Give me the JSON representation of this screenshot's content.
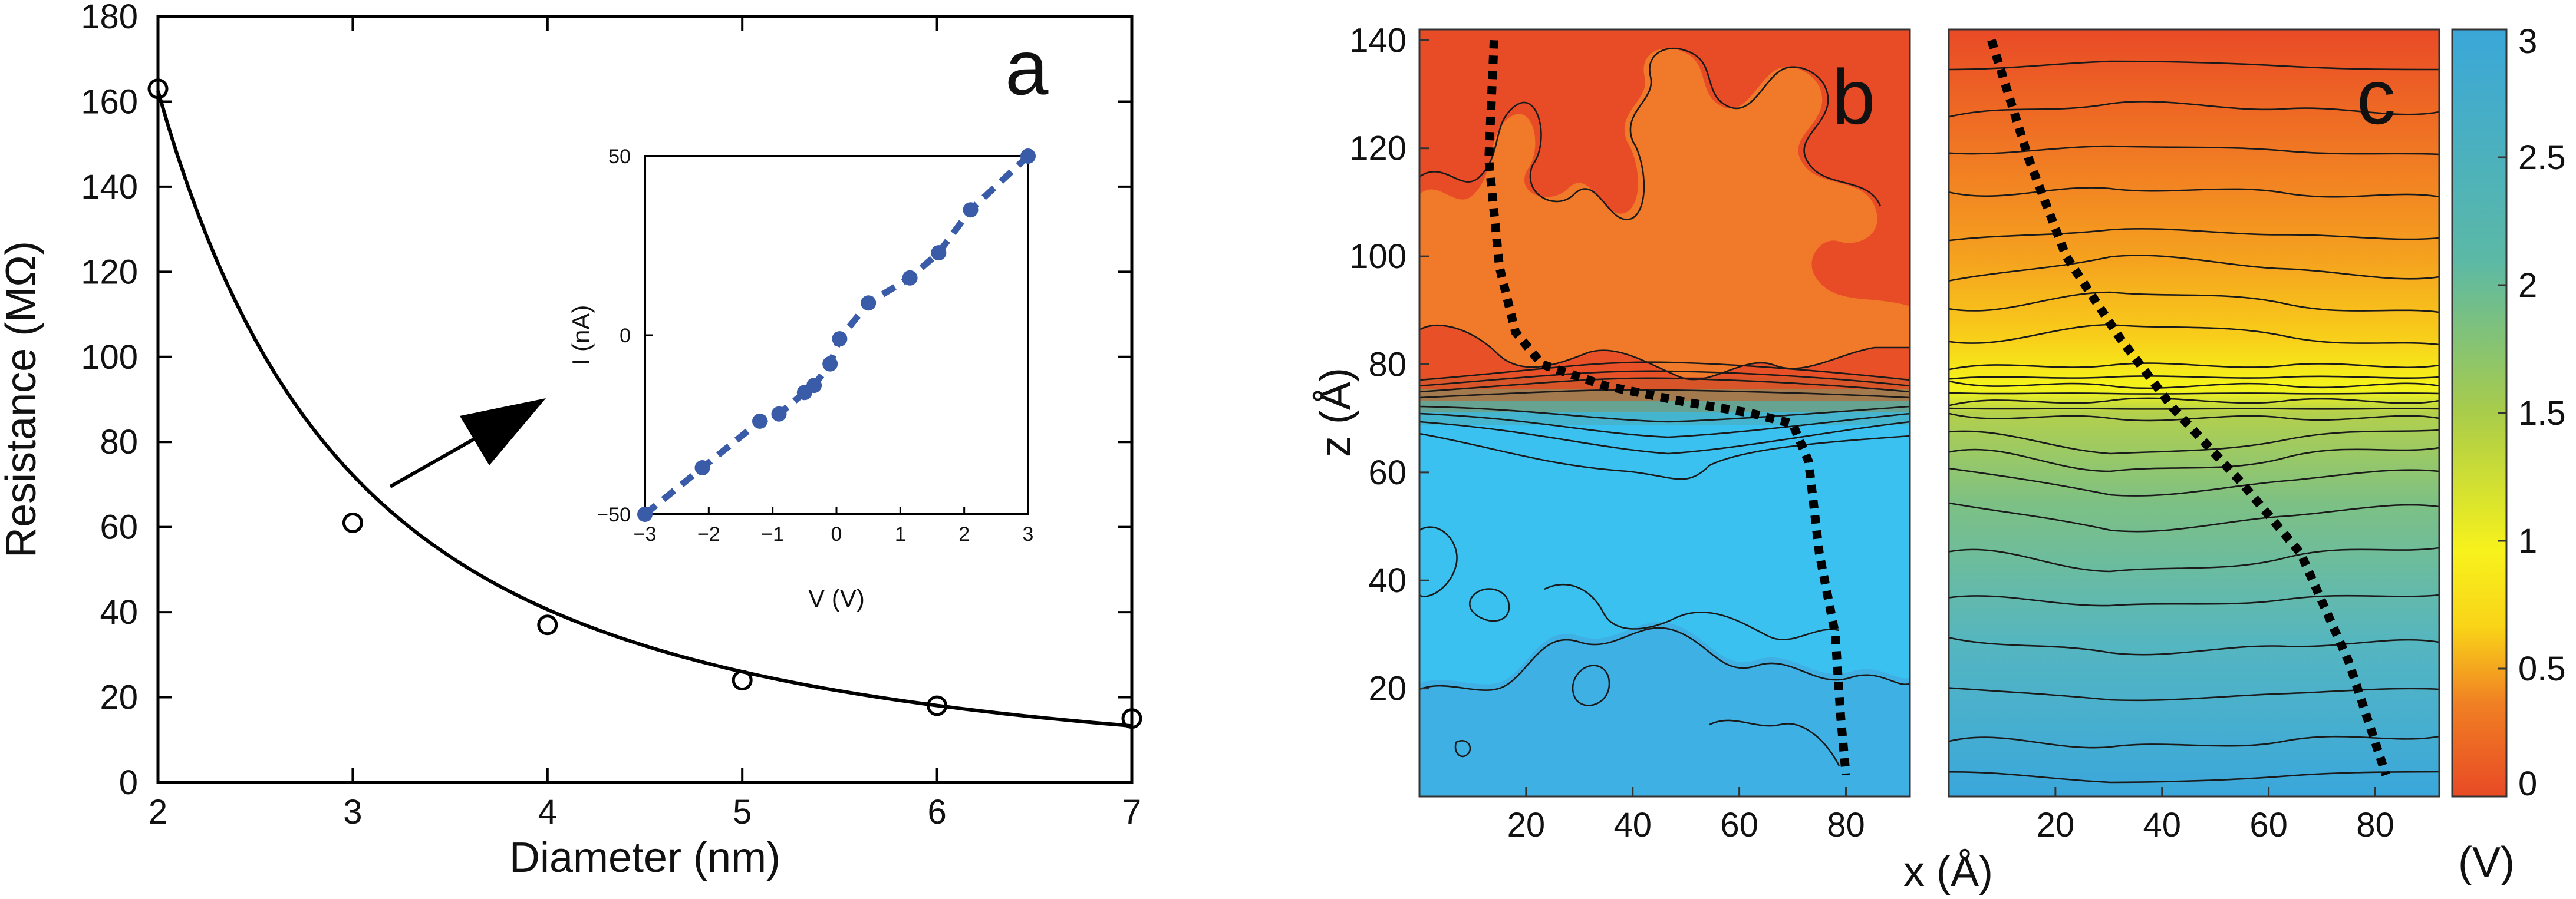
{
  "chart_data": [
    {
      "panel": "a",
      "type": "scatter",
      "xlabel": "Diameter (nm)",
      "ylabel": "Resistance (MΩ)",
      "xlim": [
        2,
        7
      ],
      "ylim": [
        0,
        180
      ],
      "xticks": [
        2,
        3,
        4,
        5,
        6,
        7
      ],
      "yticks": [
        0,
        20,
        40,
        60,
        80,
        100,
        120,
        140,
        160,
        180
      ],
      "series": [
        {
          "marker": "open-circle",
          "x": [
            2,
            3,
            4,
            5,
            6,
            7
          ],
          "y": [
            163,
            61,
            37,
            24,
            18,
            15
          ]
        },
        {
          "style": "line",
          "fit": "a/x^2",
          "coefficient": 650
        }
      ],
      "inset": {
        "type": "line",
        "xlabel": "V (V)",
        "ylabel": "I (nA)",
        "xlim": [
          -3,
          3
        ],
        "ylim": [
          -50,
          50
        ],
        "xticks": [
          -3,
          -2,
          -1,
          0,
          1,
          2,
          3
        ],
        "yticks": [
          -50,
          0,
          50
        ],
        "color": "#3a5ba8",
        "series": [
          {
            "style": "dashed-dots",
            "x": [
              -3,
              -2.1,
              -1.2,
              -0.9,
              -0.5,
              -0.35,
              -0.1,
              0.05,
              0.5,
              1.15,
              1.6,
              2.1,
              3
            ],
            "y": [
              -50,
              -37,
              -24,
              -22,
              -16,
              -14,
              -8,
              -1,
              9,
              16,
              23,
              35,
              50
            ]
          }
        ]
      },
      "annotation": "arrow-to-inset"
    },
    {
      "panel": "b",
      "type": "heatmap",
      "xlabel": "x (Å)",
      "ylabel": "z (Å)",
      "xlim": [
        0,
        92
      ],
      "ylim": [
        0,
        142
      ],
      "xticks": [
        20,
        40,
        60,
        80
      ],
      "yticks": [
        20,
        40,
        60,
        80,
        100,
        120,
        140
      ],
      "contours": true,
      "path": [
        [
          14,
          140
        ],
        [
          13,
          118
        ],
        [
          15,
          98
        ],
        [
          18,
          86
        ],
        [
          23,
          80
        ],
        [
          35,
          76
        ],
        [
          50,
          73
        ],
        [
          62,
          71
        ],
        [
          70,
          69
        ],
        [
          73,
          62
        ],
        [
          75,
          45
        ],
        [
          78,
          30
        ],
        [
          79,
          15
        ],
        [
          80,
          4
        ]
      ]
    },
    {
      "panel": "c",
      "type": "heatmap",
      "xlabel": "x (Å)",
      "xlim": [
        0,
        92
      ],
      "ylim": [
        0,
        142
      ],
      "xticks": [
        20,
        40,
        60,
        80
      ],
      "contours": true,
      "path": [
        [
          8,
          140
        ],
        [
          15,
          118
        ],
        [
          22,
          100
        ],
        [
          32,
          85
        ],
        [
          42,
          72
        ],
        [
          55,
          58
        ],
        [
          66,
          45
        ],
        [
          75,
          25
        ],
        [
          82,
          4
        ]
      ]
    }
  ],
  "colorbar": {
    "unit": "(V)",
    "range": [
      0,
      3
    ],
    "ticks": [
      "0",
      "0.5",
      "1",
      "1.5",
      "2",
      "2.5",
      "3"
    ],
    "colors": [
      "#e84a25",
      "#f07f24",
      "#f9d318",
      "#f7f21c",
      "#86c46e",
      "#57b9b2",
      "#3aa7d9"
    ]
  }
}
